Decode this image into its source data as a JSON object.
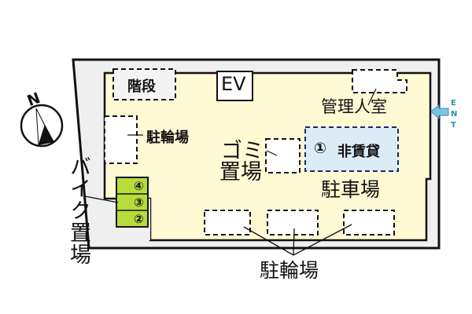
{
  "colors": {
    "site_fill": "#efefef",
    "building_fill": "#fff9d4",
    "rental_fill": "#dcecf7",
    "bike_fill": "#b8dc3c",
    "outline": "#111111",
    "dashed_rental": "#1a2a6e",
    "entrance_arrow": "#7ec3e6",
    "entrance_text": "#2a8fb0"
  },
  "compass": {
    "label": "N"
  },
  "labels": {
    "stairs": "階段",
    "elevator": "EV",
    "bicycle_left": "駐輪場",
    "garbage_line1": "ゴミ",
    "garbage_line2": "置場",
    "management_room": "管理人室",
    "non_rental_number": "①",
    "non_rental": "非賃貸",
    "parking": "駐車場",
    "bicycle_bottom": "駐輪場",
    "motorbike": "バイク置場"
  },
  "entrance": {
    "letters": [
      "E",
      "N",
      "T"
    ]
  },
  "motorbike_slots": [
    "④",
    "③",
    "②"
  ]
}
